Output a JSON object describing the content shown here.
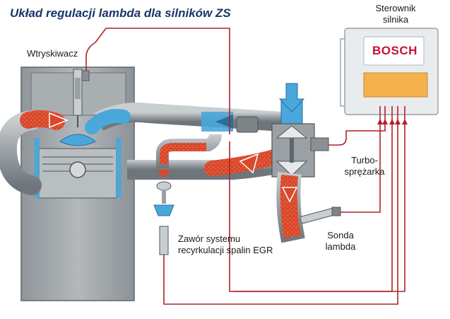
{
  "diagram": {
    "title": "Układ regulacji lambda dla silników ZS",
    "labels": {
      "injector": "Wtryskiwacz",
      "ecu_line1": "Sterownik",
      "ecu_line2": "silnika",
      "ecu_brand": "BOSCH",
      "turbo_line1": "Turbo-",
      "turbo_line2": "sprężarka",
      "egr_line1": "Zawór systemu",
      "egr_line2": "recyrkulacji spalin EGR",
      "lambda_line1": "Sonda",
      "lambda_line2": "lambda"
    },
    "colors": {
      "title": "#1a3568",
      "wire": "#b0202a",
      "exhaust": "#d9482b",
      "intake": "#49a7dc",
      "metal": "#9aa0a4",
      "ecu_body": "#e9ecef",
      "ecu_panel": "#f3b24b",
      "brand": "#c8102e"
    }
  }
}
